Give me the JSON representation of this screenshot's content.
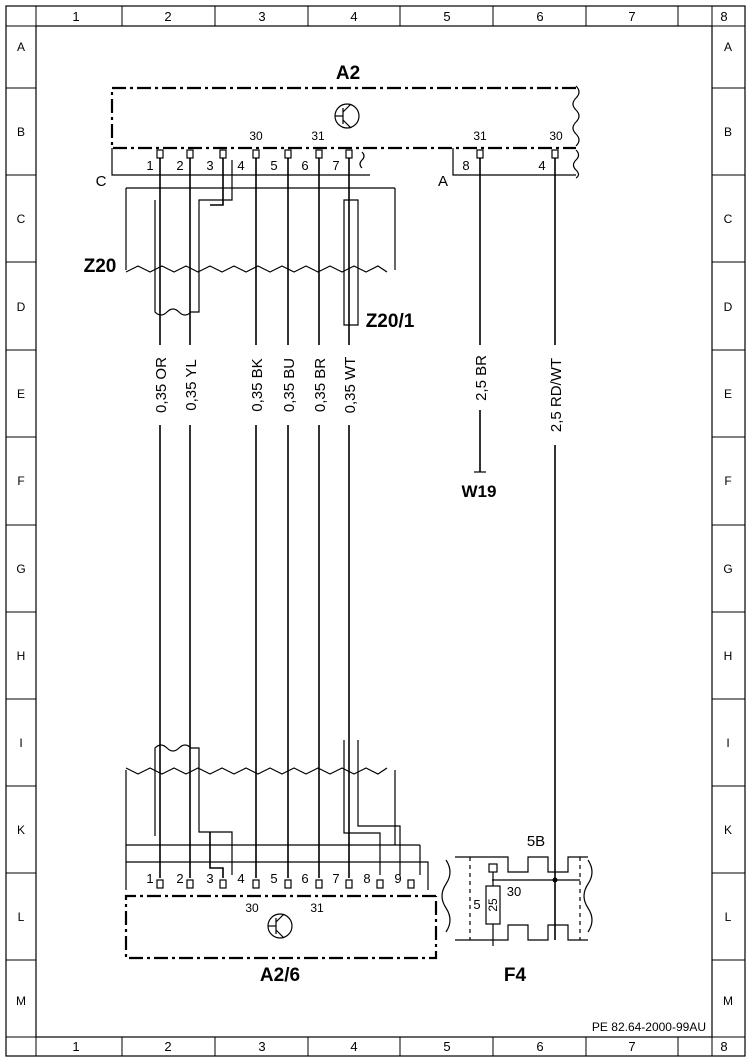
{
  "frame": {
    "columns": [
      "1",
      "2",
      "3",
      "4",
      "5",
      "6",
      "7",
      "8"
    ],
    "rows": [
      "A",
      "B",
      "C",
      "D",
      "E",
      "F",
      "G",
      "H",
      "I",
      "K",
      "L",
      "M"
    ],
    "document_code": "PE 82.64-2000-99AU"
  },
  "components": {
    "a2": "A2",
    "a2_6": "A2/6",
    "z20": "Z20",
    "z20_1": "Z20/1",
    "w19": "W19",
    "f4": "F4",
    "connector_c": "C",
    "connector_a": "A"
  },
  "top_pins": [
    "1",
    "2",
    "3",
    "4",
    "5",
    "6",
    "7"
  ],
  "top_terminals": [
    "30",
    "31"
  ],
  "connector_a_pins": [
    "8",
    "4"
  ],
  "connector_a_terminals": [
    "31",
    "30"
  ],
  "bottom_pins": [
    "1",
    "2",
    "3",
    "4",
    "5",
    "6",
    "7",
    "8",
    "9"
  ],
  "bottom_terminals": [
    "30",
    "31"
  ],
  "wires": [
    "0,35 OR",
    "0,35 YL",
    "0,35 BK",
    "0,35 BU",
    "0,35 BR",
    "0,35 WT",
    "2,5 BR",
    "2,5 RD/WT"
  ],
  "fuse": {
    "rating": "25",
    "pin_left": "5",
    "pin_right": "30",
    "block_label": "5B"
  }
}
